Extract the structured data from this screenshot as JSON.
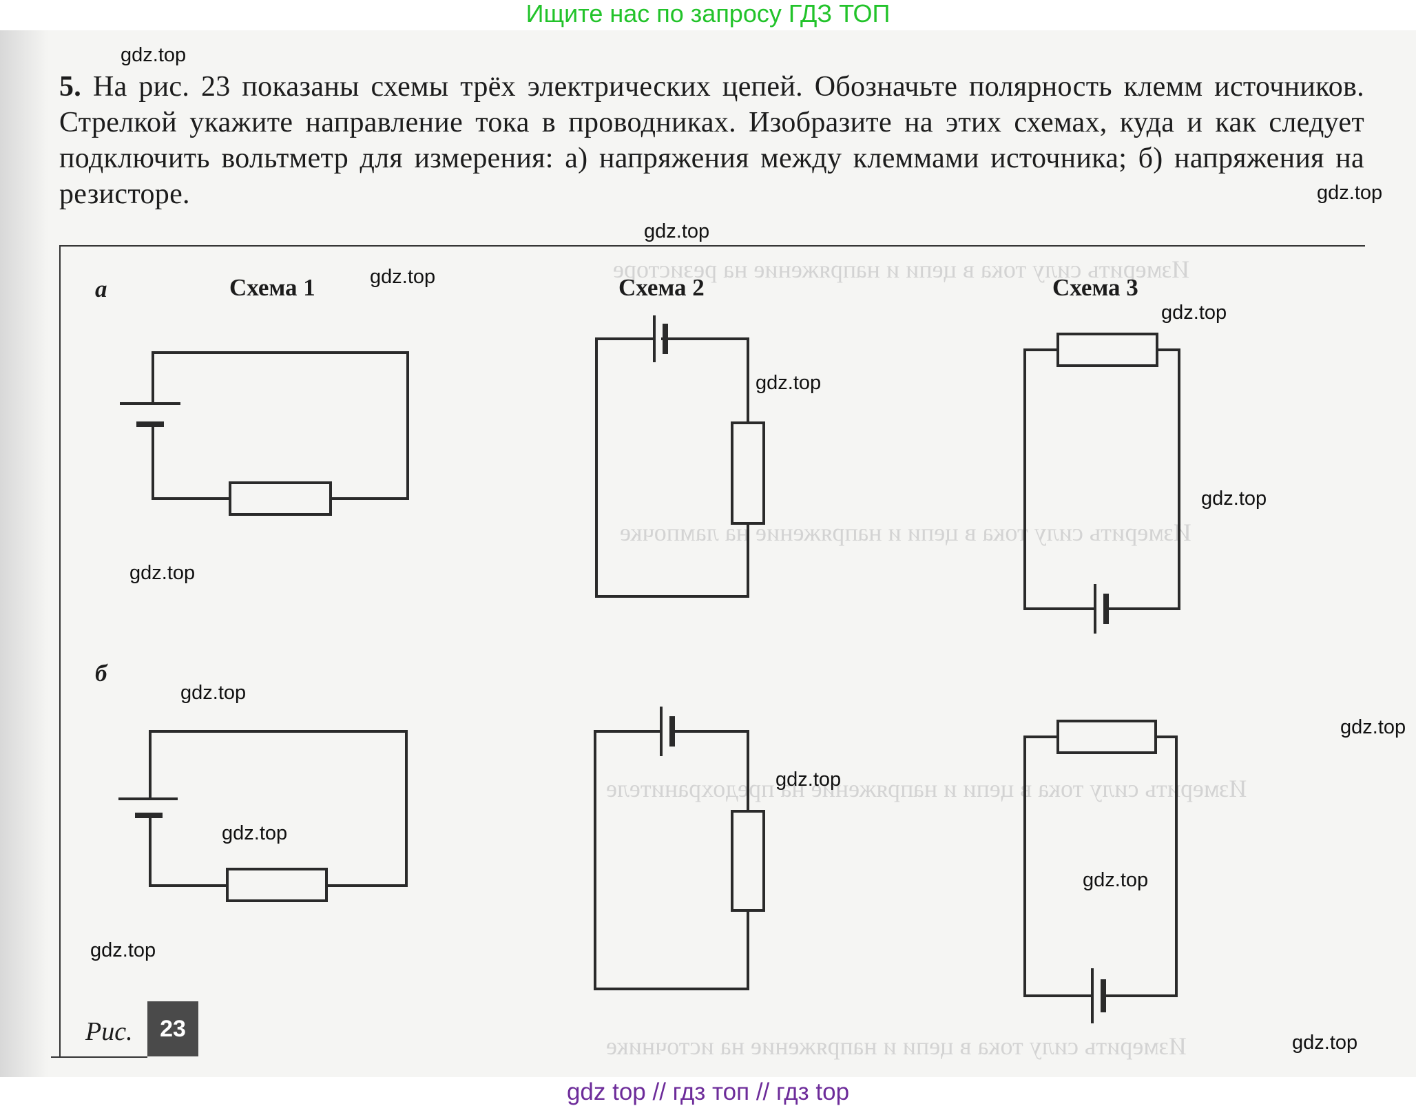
{
  "banner": {
    "text": "Ищите нас по запросу ГДЗ ТОП"
  },
  "task": {
    "number": "5.",
    "text": "На рис. 23 показаны схемы трёх электрических цепей. Обозначьте полярность клемм источников. Стрелкой укажите направление тока в проводниках. Изобразите на этих схемах, куда и как следует подключить вольтметр для измерения: а) напряжения между клеммами источника; б) напряжения на резисторе."
  },
  "rows": {
    "a": "а",
    "b": "б"
  },
  "schemes": [
    "Схема 1",
    "Схема 2",
    "Схема 3"
  ],
  "figure": {
    "caption": "Рис.",
    "number": "23"
  },
  "watermark": "gdz.top",
  "footer": {
    "text": "gdz top  //  гдз топ  //  гдз top"
  },
  "ghost_text": [
    "Измерить силу тока в цепи и напряжение на резисторе",
    "Измерить силу тока в цепи и напряжение на лампочке",
    "Измерить силу тока в цепи и напряжение на предохранителе",
    "Измерить силу тока в цепи и напряжение на источнике"
  ]
}
